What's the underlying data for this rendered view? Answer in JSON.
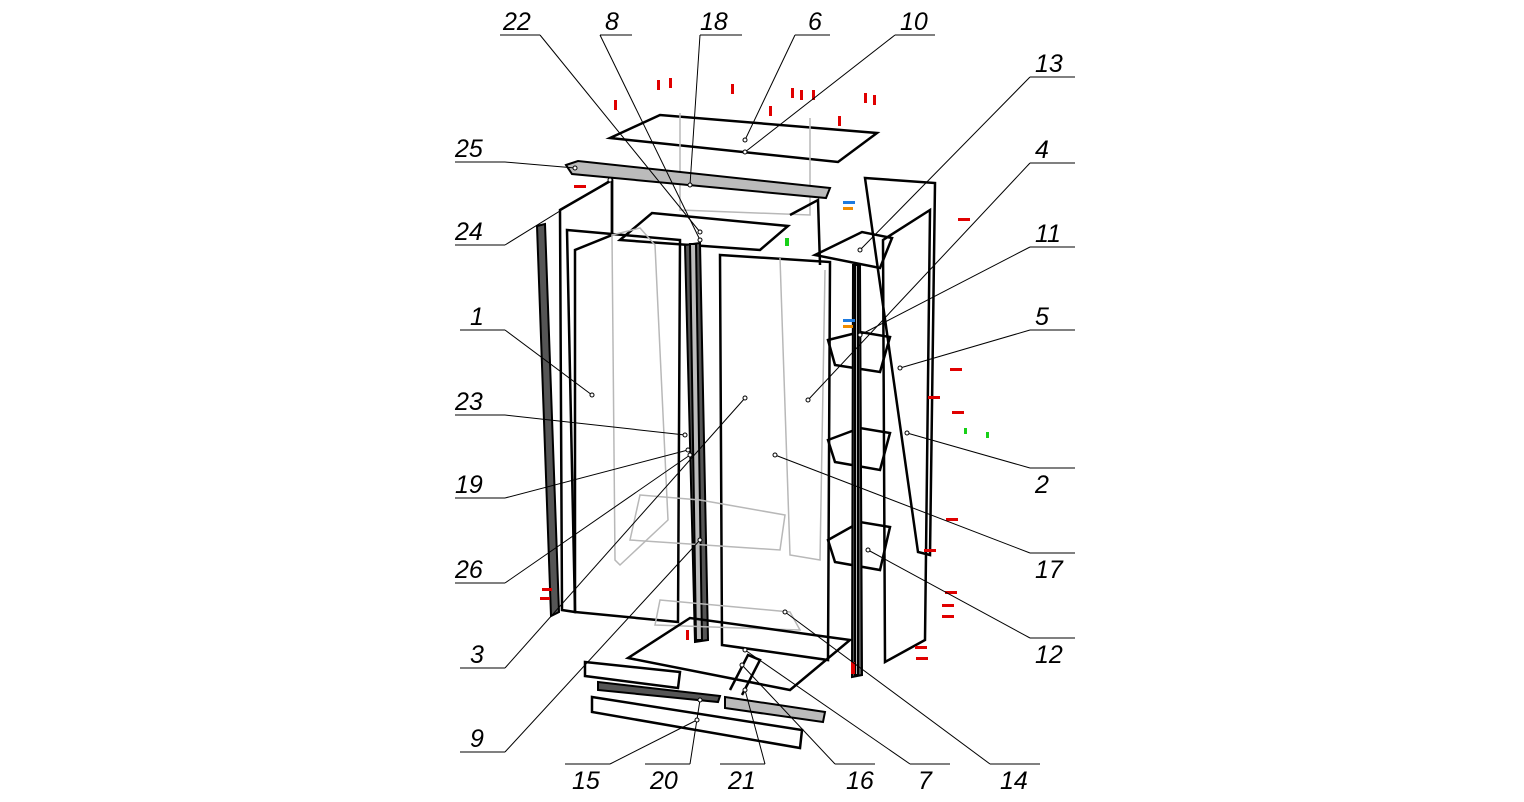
{
  "title": "Wardrobe exploded assembly diagram",
  "part_labels": [
    "22",
    "8",
    "18",
    "6",
    "10",
    "13",
    "4",
    "11",
    "5",
    "2",
    "17",
    "12",
    "14",
    "7",
    "16",
    "21",
    "20",
    "15",
    "9",
    "3",
    "26",
    "19",
    "23",
    "1",
    "24",
    "25"
  ],
  "colors": {
    "line": "#000000",
    "ghost": "#b8b8b8",
    "fastener": "#e00000",
    "accent_blue": "#1e7be0",
    "accent_orange": "#f08c00",
    "accent_green": "#18d018"
  }
}
